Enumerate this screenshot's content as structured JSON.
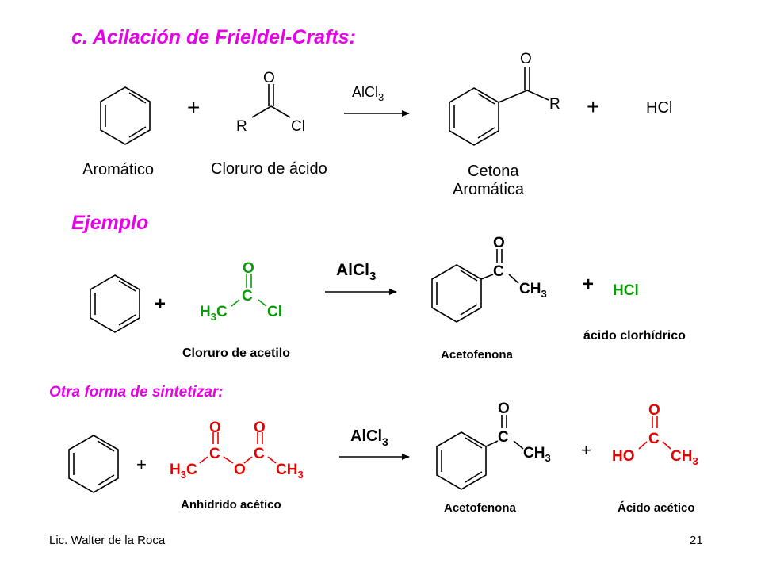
{
  "title": "c.  Acilación de Frieldel-Crafts:",
  "colors": {
    "heading": "#e800e8",
    "green": "#0a9a0a",
    "red": "#e60000"
  },
  "general": {
    "plus": "+",
    "aromatic_label": "Aromático",
    "acid_chloride": {
      "o": "O",
      "r": "R",
      "cl": "Cl"
    },
    "acid_chloride_label": "Cloruro de ácido",
    "catalyst_main": "AlCl",
    "catalyst_sub": "3",
    "ketone": {
      "o": "O",
      "r": "R"
    },
    "ketone_label_1": "Cetona",
    "ketone_label_2": "Aromática",
    "hcl": "HCl"
  },
  "example": {
    "heading": "Ejemplo",
    "plus": "+",
    "reagent": {
      "o": "O",
      "c": "C",
      "h": "H",
      "sub3": "3",
      "cl": "Cl"
    },
    "reagent_label": "Cloruro de acetilo",
    "catalyst_main": "AlCl",
    "catalyst_sub": "3",
    "product": {
      "o": "O",
      "c": "C",
      "ch": "CH",
      "sub3": "3"
    },
    "product_label": "Acetofenona",
    "hcl": "HCl",
    "hcl_label": "ácido clorhídrico"
  },
  "alternative": {
    "heading": "Otra forma de sintetizar:",
    "plus": "+",
    "reagent": {
      "o": "O",
      "c": "C",
      "h": "H",
      "ch": "CH",
      "sub3": "3"
    },
    "reagent_label": "Anhídrido acético",
    "catalyst_main": "AlCl",
    "catalyst_sub": "3",
    "product": {
      "o": "O",
      "c": "C",
      "ch": "CH",
      "sub3": "3"
    },
    "product_label": "Acetofenona",
    "byproduct": {
      "o": "O",
      "c": "C",
      "ho": "HO",
      "ch": "CH",
      "sub3": "3"
    },
    "byproduct_label": "Ácido acético"
  },
  "footer": {
    "author": "Lic. Walter de la Roca",
    "page": "21"
  }
}
